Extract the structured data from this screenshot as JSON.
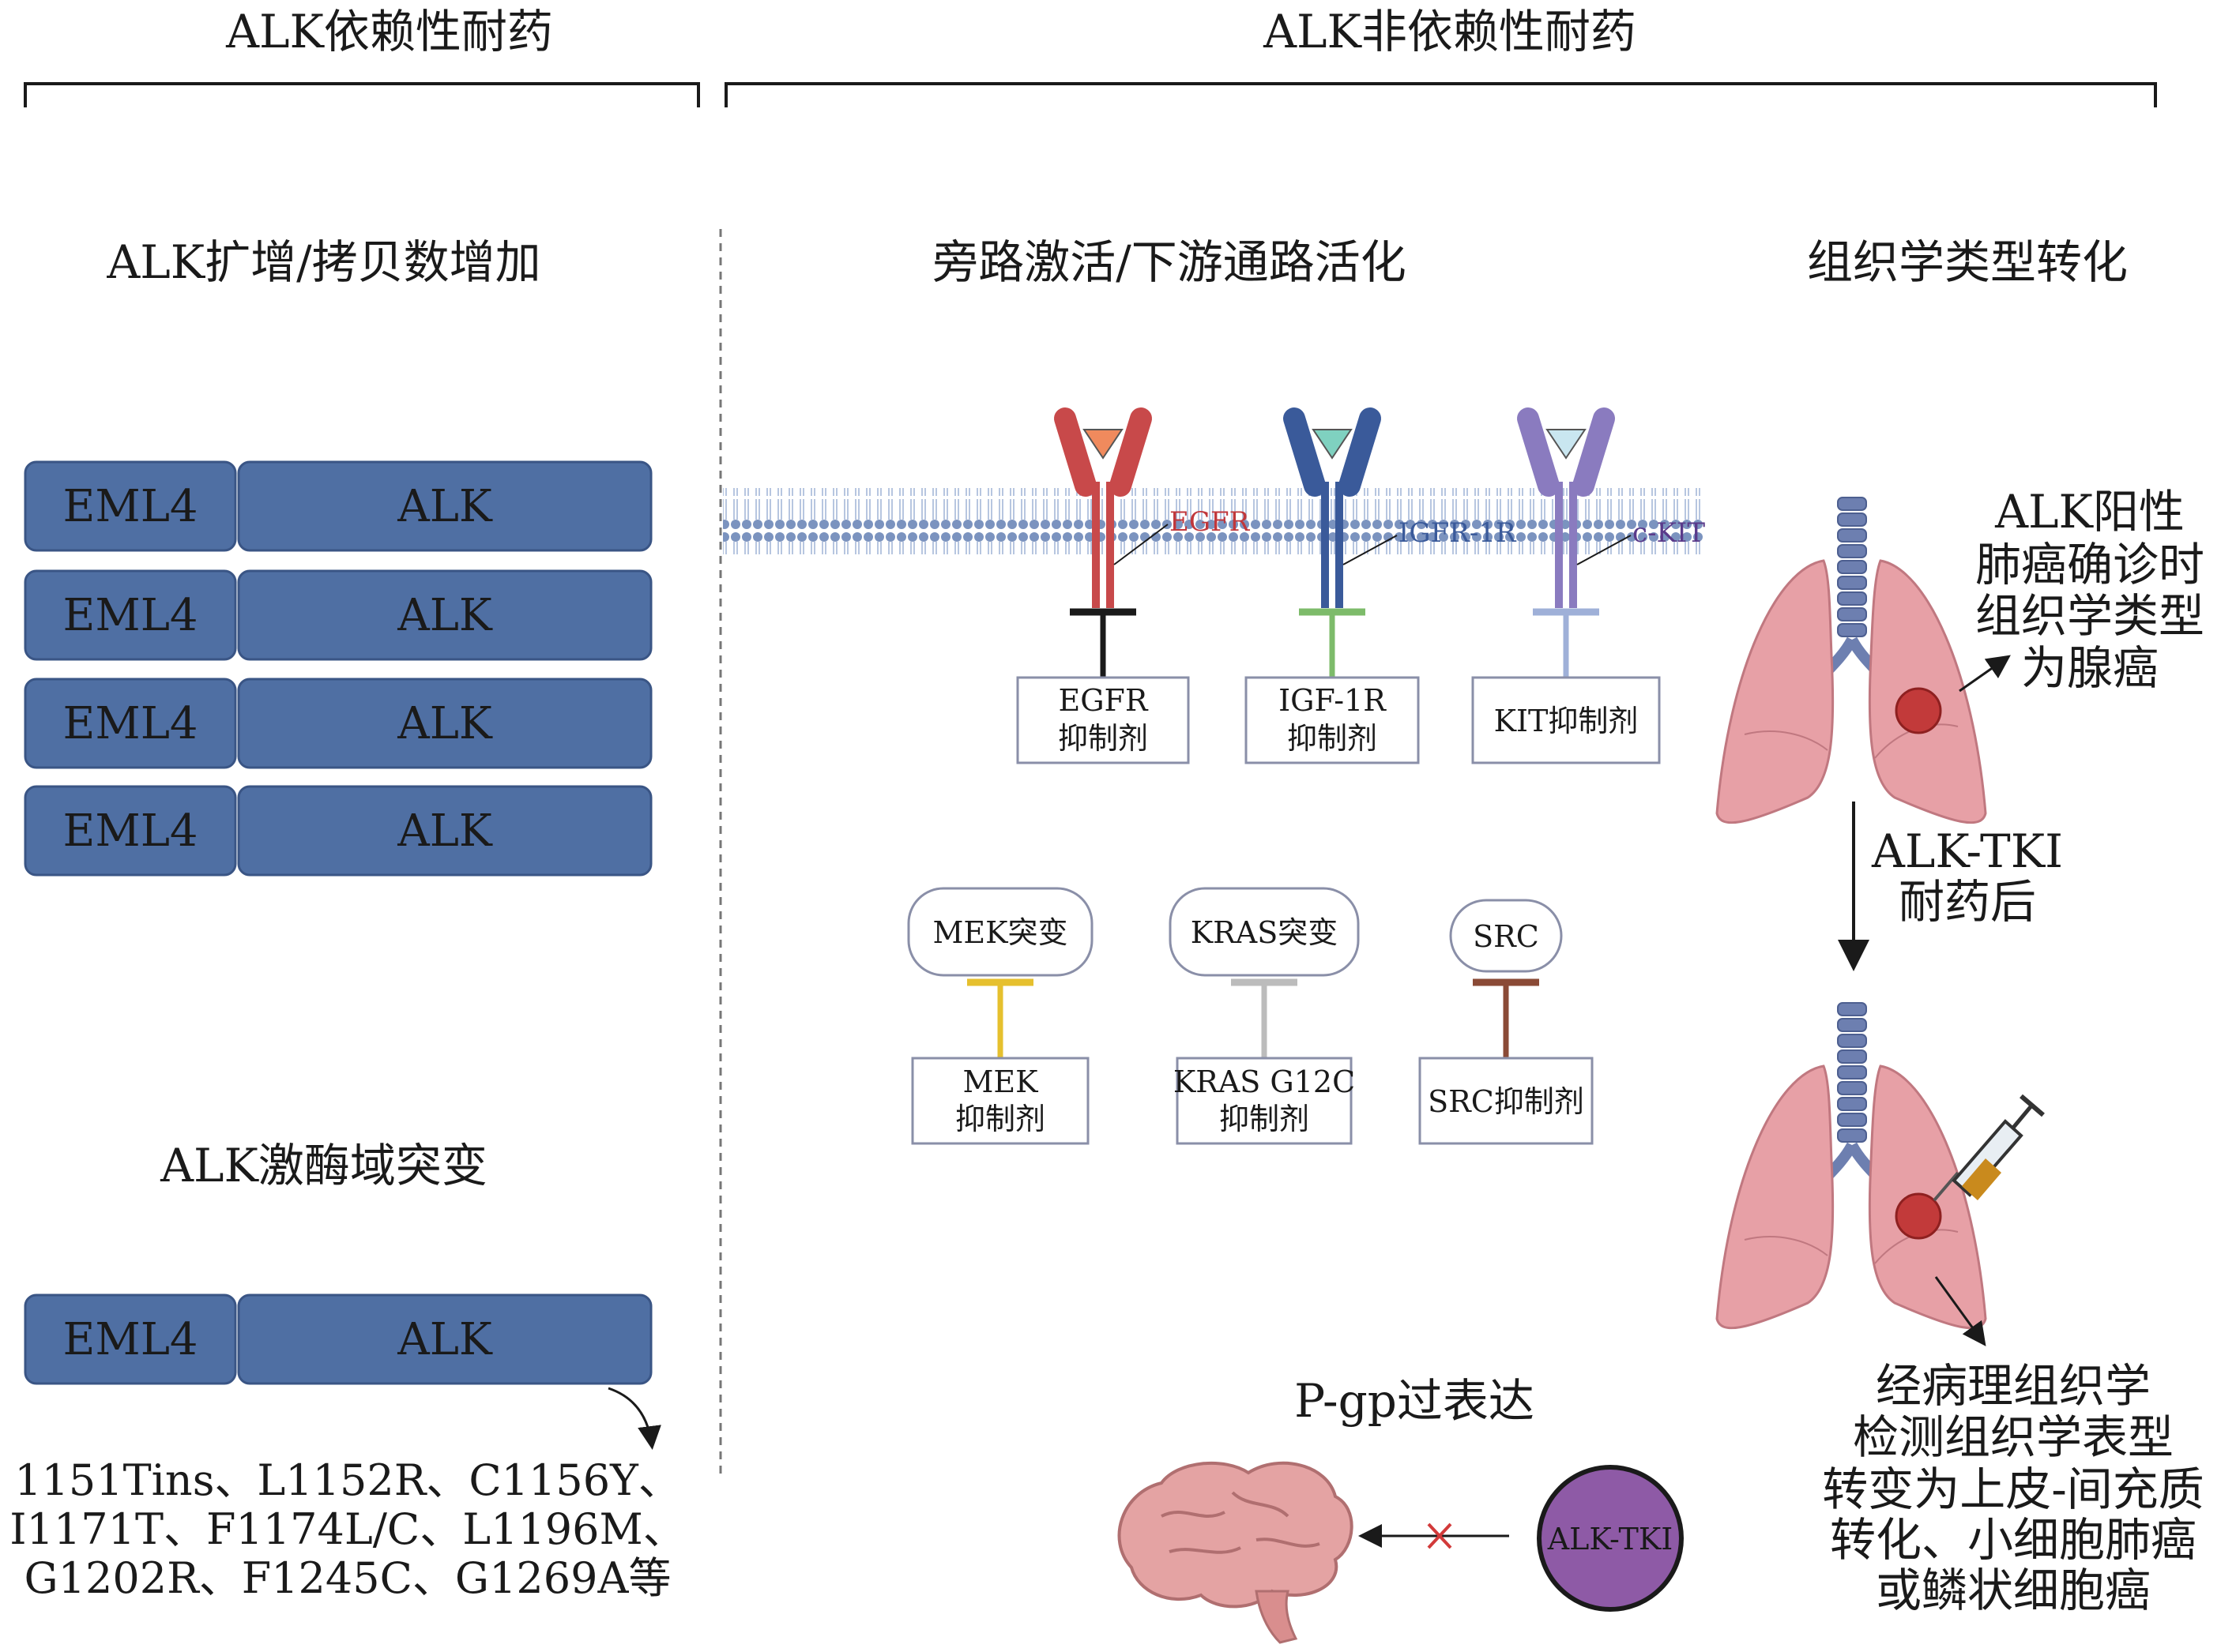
{
  "headers": {
    "dependent": "ALK依赖性耐药",
    "independent": "ALK非依赖性耐药"
  },
  "sections": {
    "amplification": "ALK扩增/拷贝数增加",
    "bypass": "旁路激活/下游通路活化",
    "histology": "组织学类型转化",
    "kinase_mutation": "ALK激酶域突变",
    "pgp": "P-gp过表达"
  },
  "fusion": {
    "left": "EML4",
    "right": "ALK",
    "amplified_copies": [
      {
        "left": "EML4",
        "right": "ALK"
      },
      {
        "left": "EML4",
        "right": "ALK"
      },
      {
        "left": "EML4",
        "right": "ALK"
      },
      {
        "left": "EML4",
        "right": "ALK"
      }
    ],
    "color": "#4f6fa3"
  },
  "mutations": [
    "1151Tins、L1152R、C1156Y、",
    "I1171T、F1174L/C、L1196M、",
    "G1202R、F1245C、G1269A等"
  ],
  "receptors": [
    {
      "label": "EGFR",
      "label_color": "#c0373b",
      "color": "#c8494a",
      "ligand_color": "#f08a5d",
      "inhibitor_line": [
        "EGFR",
        "抑制剂"
      ],
      "bar_color": "#1a1a1a"
    },
    {
      "label": "IGFR-1R",
      "label_color": "#3a5a9a",
      "color": "#3a5a9a",
      "ligand_color": "#7fd1c0",
      "inhibitor_line": [
        "IGF-1R",
        "抑制剂"
      ],
      "bar_color": "#7dbb6a"
    },
    {
      "label": "c-KIT",
      "label_color": "#5a3a8a",
      "color": "#8a7bbf",
      "ligand_color": "#c9e6f0",
      "inhibitor_line": [
        "KIT抑制剂"
      ],
      "bar_color": "#9fb0d8"
    }
  ],
  "downstream": [
    {
      "node": "MEK突变",
      "inhibitor_line": [
        "MEK",
        "抑制剂"
      ],
      "bar_color": "#e6c02e"
    },
    {
      "node": "KRAS突变",
      "inhibitor_line": [
        "KRAS G12C",
        "抑制剂"
      ],
      "bar_color": "#bcbcbc"
    },
    {
      "node": "SRC",
      "inhibitor_line": [
        "SRC抑制剂"
      ],
      "bar_color": "#8a4a36"
    }
  ],
  "histology": {
    "diagnosis_text": [
      "ALK阳性",
      "肺癌确诊时",
      "组织学类型",
      "为腺癌"
    ],
    "arrow_text": [
      "ALK-TKI",
      "耐药后"
    ],
    "transformation_text": [
      "经病理组织学",
      "检测组织学表型",
      "转变为上皮-间充质",
      "转化、小细胞肺癌",
      "或鳞状细胞癌"
    ],
    "lung_color": "#e7a0a6",
    "tumor_color": "#c23a3a"
  },
  "pgp": {
    "drug_label": "ALK-TKI",
    "drug_color": "#8e5aa6",
    "brain_color": "#e4a3a3",
    "block_color": "#d23a3a"
  }
}
